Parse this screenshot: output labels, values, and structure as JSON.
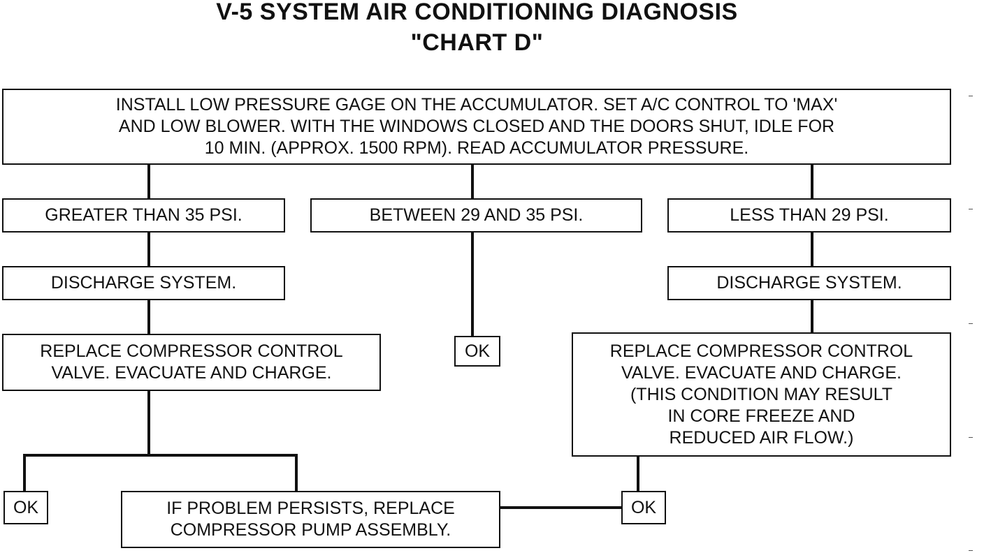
{
  "title_line1": "V-5 SYSTEM AIR CONDITIONING DIAGNOSIS",
  "title_line2": "\"CHART D\"",
  "steps": {
    "install": "INSTALL LOW PRESSURE GAGE ON THE ACCUMULATOR. SET A/C CONTROL TO 'MAX'\nAND LOW BLOWER. WITH THE WINDOWS CLOSED AND THE DOORS SHUT, IDLE FOR\n10 MIN. (APPROX. 1500 RPM). READ ACCUMULATOR PRESSURE.",
    "greater": "GREATER THAN 35 PSI.",
    "between": "BETWEEN 29 AND 35 PSI.",
    "less": "LESS THAN 29 PSI.",
    "discharge_left": "DISCHARGE SYSTEM.",
    "discharge_right": "DISCHARGE SYSTEM.",
    "replace_left": "REPLACE COMPRESSOR CONTROL\nVALVE. EVACUATE AND CHARGE.",
    "ok_middle": "OK",
    "replace_right": "REPLACE COMPRESSOR CONTROL\nVALVE. EVACUATE AND CHARGE.\n(THIS CONDITION MAY RESULT\nIN CORE FREEZE AND\nREDUCED AIR FLOW.)",
    "ok_bottom_left": "OK",
    "persists": "IF PROBLEM PERSISTS, REPLACE\nCOMPRESSOR PUMP ASSEMBLY.",
    "ok_bottom_right": "OK"
  }
}
